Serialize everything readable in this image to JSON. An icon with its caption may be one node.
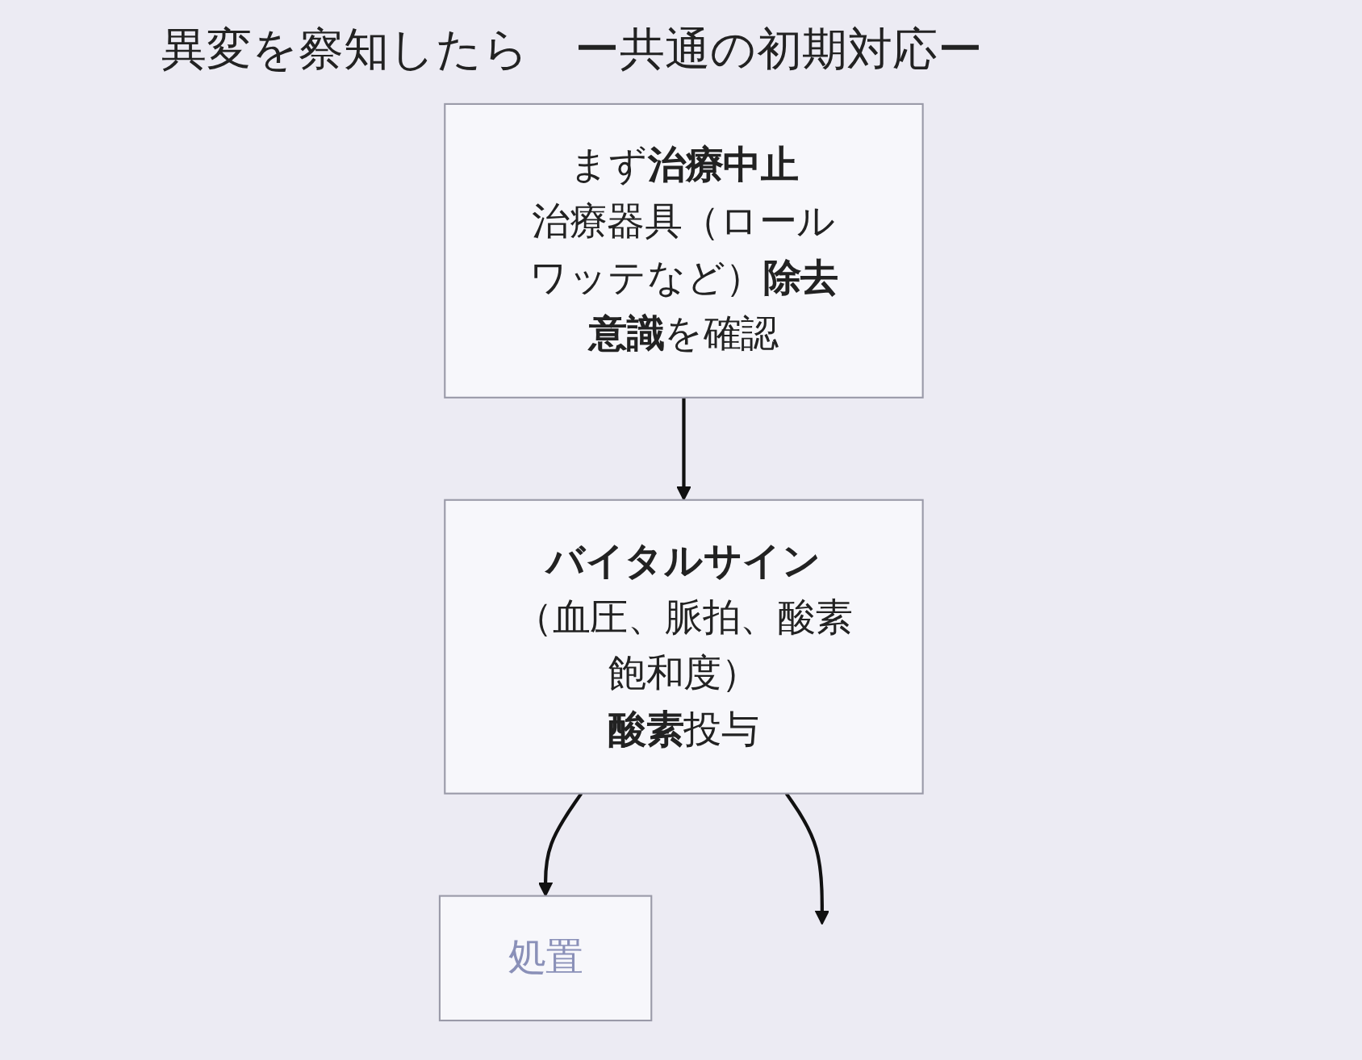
{
  "diagram": {
    "title": "異変を察知したら　ー共通の初期対応ー",
    "nodes": [
      {
        "text": [
          "まず**治療中止**",
          "治療器具（ロールワッテなど）**除去**",
          "**意識**を確認"
        ]
      },
      {
        "text": [
          "**バイタルサイン**（血圧、脈拍、酸素飽和度）",
          "**酸素**投与"
        ]
      },
      {
        "text": [
          "処置"
        ]
      }
    ],
    "edges": [
      {
        "from": 0,
        "to": 1,
        "arrow": "to"
      },
      {
        "from": 1,
        "to": 2,
        "arrow": "to"
      },
      {
        "from": 1,
        "to": null,
        "arrow": "to"
      }
    ]
  }
}
